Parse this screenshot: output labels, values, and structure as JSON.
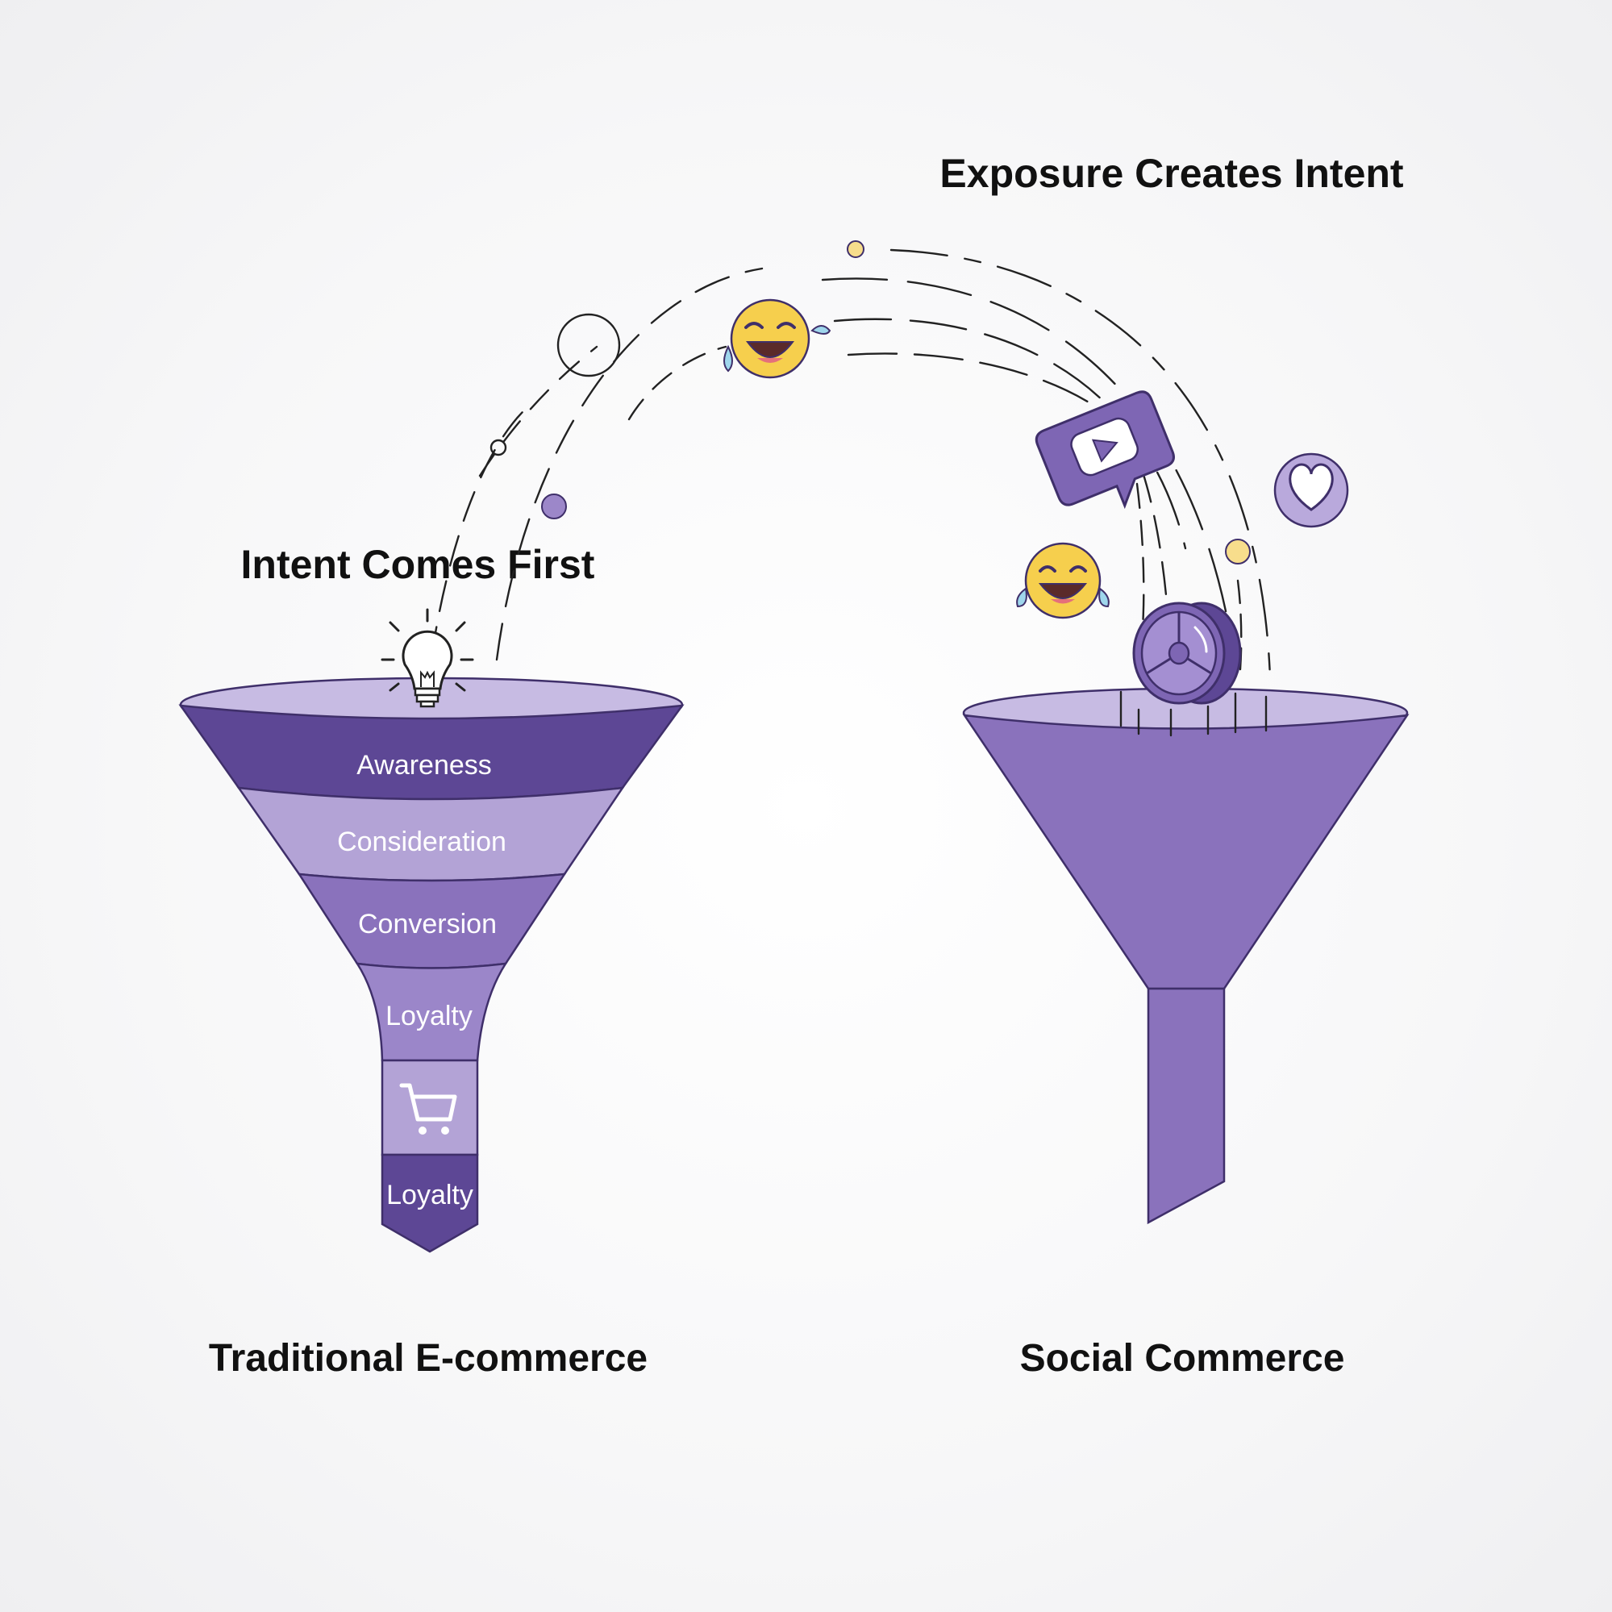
{
  "headings": {
    "exposure": "Exposure Creates Intent",
    "intent": "Intent Comes First"
  },
  "traditional": {
    "label": "Traditional E-commerce",
    "stages": [
      "Awareness",
      "Consideration",
      "Conversion",
      "Loyalty",
      "Loyalty"
    ]
  },
  "social": {
    "label": "Social Commerce"
  },
  "icons": [
    "lightbulb-icon",
    "shopping-cart-icon",
    "laughing-emoji-icon",
    "play-video-icon",
    "heart-icon",
    "film-reel-icon"
  ],
  "colors": {
    "purple_dark": "#5d4795",
    "purple_mid": "#8a72bc",
    "purple_light": "#b3a3d6",
    "purple_rim": "#c7bbe3",
    "emoji_yellow": "#f6cf4d",
    "dot_yellow": "#f7dd8c"
  }
}
